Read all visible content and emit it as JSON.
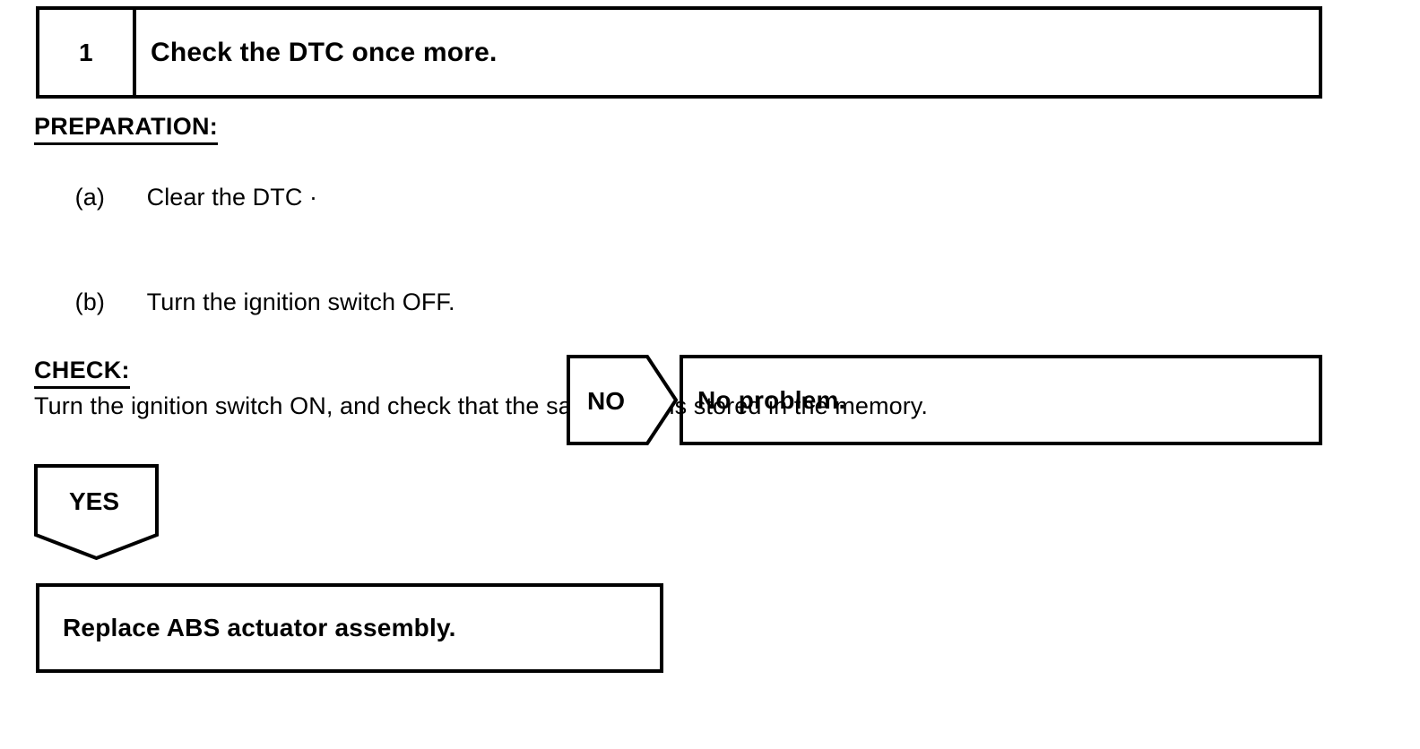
{
  "step": {
    "number": "1",
    "title": "Check the DTC once more."
  },
  "procedure": {
    "preparation_heading": "PREPARATION:",
    "steps": [
      {
        "marker": "(a)",
        "text": "Clear the DTC ·"
      },
      {
        "marker": "(b)",
        "text": "Turn the ignition switch OFF."
      }
    ],
    "check_heading": "CHECK:",
    "check_text": "Turn the ignition switch ON, and check that the same DTC is stored in the memory."
  },
  "branches": {
    "no": {
      "label": "NO",
      "outcome": "No problem."
    },
    "yes": {
      "label": "YES",
      "outcome": "Replace ABS actuator assembly."
    }
  },
  "colors": {
    "ink": "#000000",
    "paper": "#ffffff"
  }
}
